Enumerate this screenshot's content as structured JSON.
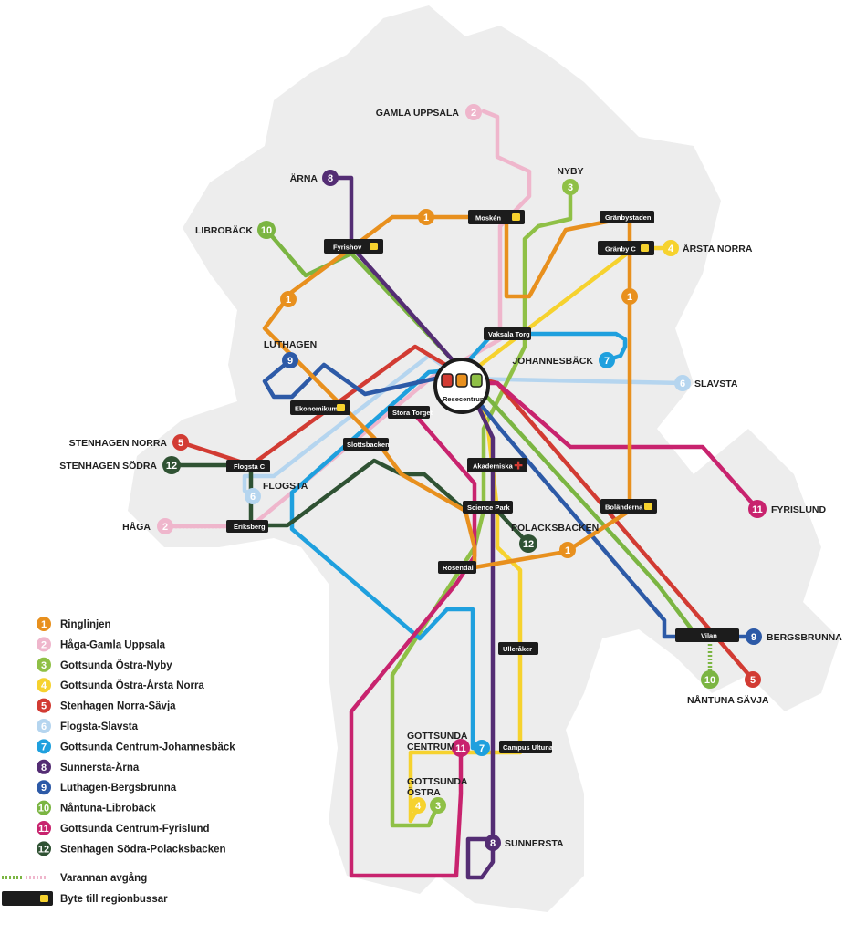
{
  "colors": {
    "l1": "#e8901e",
    "l2": "#efb6cc",
    "l3": "#8fc046",
    "l4": "#f6d22e",
    "l5": "#d23b33",
    "l6": "#b5d5ef",
    "l7": "#1fa0de",
    "l8": "#542d74",
    "l9": "#2d5aa7",
    "l10": "#7bb542",
    "l11": "#c8236e",
    "l12": "#2f5233",
    "station": "#1c1c1c",
    "bus_icon": "#f6d22e",
    "land": "#ededed"
  },
  "hub": {
    "label": "Resecentrum"
  },
  "stations": {
    "mosken": "Moskén",
    "granbystaden": "Gränbystaden",
    "granby_c": "Gränby C",
    "fyrishov": "Fyrishov",
    "vaksala_torg": "Vaksala Torg",
    "ekonomikum": "Ekonomikum",
    "stora_torget": "Stora Torget",
    "slottsbacken": "Slottsbacken",
    "flogsta_c": "Flogsta C",
    "eriksberg": "Eriksberg",
    "akademiska": "Akademiska",
    "science_park": "Science Park",
    "bolanderna": "Boländerna",
    "rosendal": "Rosendal",
    "vilan": "Vilan",
    "ulleraker": "Ulleråker",
    "campus_ultuna": "Campus Ultuna"
  },
  "terminals": {
    "gamla_uppsala": "GAMLA UPPSALA",
    "nyby": "NYBY",
    "arna": "ÄRNA",
    "librobeck": "LIBROBÄCK",
    "arsta_norra": "ÅRSTA NORRA",
    "luthagen": "LUTHAGEN",
    "johannesback": "JOHANNESBÄCK",
    "slavsta": "SLAVSTA",
    "stenhagen_norra": "STENHAGEN NORRA",
    "stenhagen_sodra": "STENHAGEN SÖDRA",
    "flogsta": "FLOGSTA",
    "haga": "HÅGA",
    "polacksbacken": "POLACKSBACKEN",
    "fyrislund": "FYRISLUND",
    "bergsbrunna": "BERGSBRUNNA",
    "nantuna": "NÅNTUNA",
    "savja": "SÄVJA",
    "gottsunda_centrum_1": "GOTTSUNDA",
    "gottsunda_centrum_2": "CENTRUM",
    "gottsunda_ostra_1": "GOTTSUNDA",
    "gottsunda_ostra_2": "ÖSTRA",
    "sunnersta": "SUNNERSTA"
  },
  "numbers": {
    "n1": "1",
    "n2": "2",
    "n3": "3",
    "n4": "4",
    "n5": "5",
    "n6": "6",
    "n7": "7",
    "n8": "8",
    "n9": "9",
    "n10": "10",
    "n11": "11",
    "n12": "12"
  },
  "legend": [
    {
      "num": "1",
      "label": "Ringlinjen",
      "color": "#e8901e"
    },
    {
      "num": "2",
      "label": "Håga-Gamla Uppsala",
      "color": "#efb6cc"
    },
    {
      "num": "3",
      "label": "Gottsunda Östra-Nyby",
      "color": "#8fc046"
    },
    {
      "num": "4",
      "label": "Gottsunda Östra-Årsta Norra",
      "color": "#f6d22e"
    },
    {
      "num": "5",
      "label": "Stenhagen Norra-Sävja",
      "color": "#d23b33"
    },
    {
      "num": "6",
      "label": "Flogsta-Slavsta",
      "color": "#b5d5ef"
    },
    {
      "num": "7",
      "label": "Gottsunda Centrum-Johannesbäck",
      "color": "#1fa0de"
    },
    {
      "num": "8",
      "label": "Sunnersta-Ärna",
      "color": "#542d74"
    },
    {
      "num": "9",
      "label": "Luthagen-Bergsbrunna",
      "color": "#2d5aa7"
    },
    {
      "num": "10",
      "label": "Nåntuna-Librobäck",
      "color": "#7bb542"
    },
    {
      "num": "11",
      "label": "Gottsunda Centrum-Fyrislund",
      "color": "#c8236e"
    },
    {
      "num": "12",
      "label": "Stenhagen Södra-Polacksbacken",
      "color": "#2f5233"
    }
  ],
  "notes": {
    "alternate": "Varannan avgång",
    "regional": "Byte till regionbussar"
  }
}
